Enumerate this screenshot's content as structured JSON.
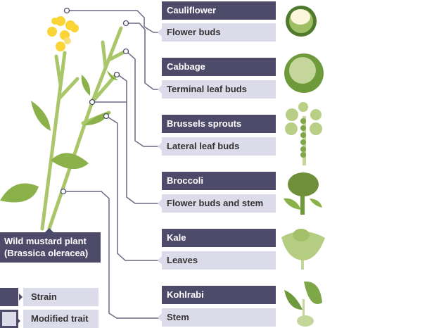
{
  "strains": [
    {
      "strain": "Cauliflower",
      "trait": "Flower buds",
      "icon": "cauliflower-icon"
    },
    {
      "strain": "Cabbage",
      "trait": "Terminal leaf buds",
      "icon": "cabbage-icon"
    },
    {
      "strain": "Brussels sprouts",
      "trait": "Lateral leaf buds",
      "icon": "brussels-sprouts-icon"
    },
    {
      "strain": "Broccoli",
      "trait": "Flower buds and stem",
      "icon": "broccoli-icon"
    },
    {
      "strain": "Kale",
      "trait": "Leaves",
      "icon": "kale-icon"
    },
    {
      "strain": "Kohlrabi",
      "trait": "Stem",
      "icon": "kohlrabi-icon"
    }
  ],
  "plant": {
    "line1": "Wild mustard plant",
    "line2": "(Brassica oleracea)"
  },
  "legend": {
    "strain": "Strain",
    "modified_trait": "Modified trait"
  },
  "colors": {
    "strain_box": "#4e4b6a",
    "trait_box": "#dcdbe9",
    "connector": "#6b6983",
    "flower": "#fbd535",
    "stem": "#a9c66b"
  }
}
